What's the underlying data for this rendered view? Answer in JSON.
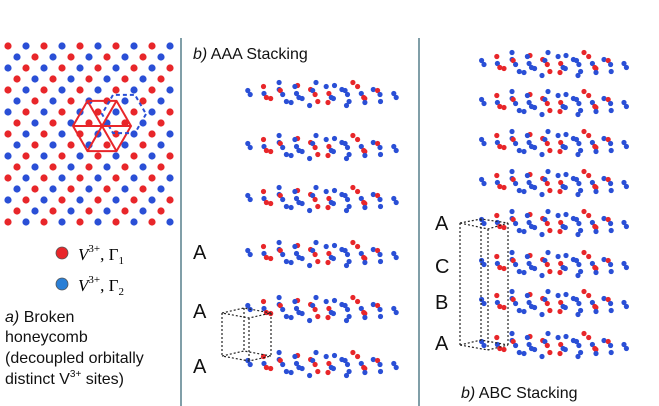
{
  "panel_a": {
    "legend": [
      {
        "symbol": "V",
        "superscript": "3+",
        "separator": ", ",
        "gamma": "Γ",
        "subscript": "1",
        "color": "#e8262a"
      },
      {
        "symbol": "V",
        "superscript": "3+",
        "separator": ", ",
        "gamma": "Γ",
        "subscript": "2",
        "color": "#2a4fd6"
      }
    ],
    "caption_prefix": "a)",
    "caption_line1": "Broken",
    "caption_line2": "honeycomb",
    "caption_line3": "(decoupled orbitally",
    "caption_line4_pre": "distinct V",
    "caption_line4_sup": "3+",
    "caption_line4_post": " sites)"
  },
  "panel_b": {
    "title_prefix": "b)",
    "title_text": "AAA Stacking",
    "layer_labels": [
      "A",
      "A",
      "A"
    ]
  },
  "panel_c": {
    "title_prefix": "b)",
    "title_text": "ABC Stacking",
    "layer_labels": [
      "A",
      "C",
      "B",
      "A"
    ]
  },
  "colors": {
    "red": "#e8262a",
    "blue": "#2a4fd6",
    "divider": "#2c5f6e",
    "cell": "#222222"
  }
}
